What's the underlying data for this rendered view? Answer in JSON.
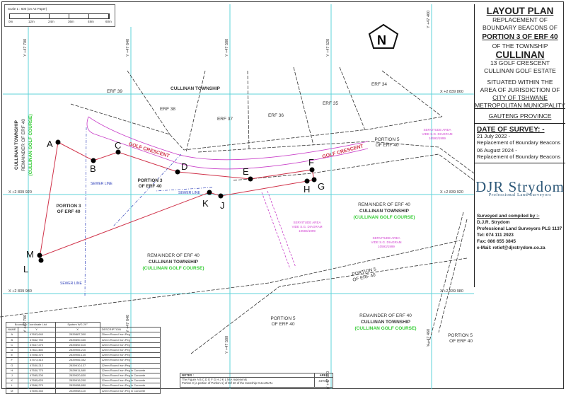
{
  "title_block": {
    "title": "LAYOUT PLAN",
    "line1": "REPLACEMENT OF",
    "line2": "BOUNDARY BEACONS OF",
    "property": "PORTION 3 OF ERF 40",
    "line3": "OF THE TOWNSHIP",
    "township": "CULLINAN",
    "address1": "13 GOLF CRESCENT",
    "address2": "CULLINAN GOLF ESTATE",
    "line4": "SITUATED WITHIN THE",
    "line5": "AREA OF JURISDICTION OF",
    "city": "CITY OF TSHWANE",
    "municipality": "METROPOLITAN MUNICIPALITY",
    "province": "GAUTENG PROVINCE",
    "date_heading": "DATE OF SURVEY: -",
    "survey_dates": [
      {
        "date": "21 July 2022 -",
        "desc": "Replacement of Boundary Beacons"
      },
      {
        "date": "06 August 2024 -",
        "desc": "Replacement of Boundary Beacons"
      }
    ],
    "logo_name": "DJR Strydom",
    "logo_sub": "Professional Land Surveyors",
    "compiled_heading": "Surveyed and compiled by :-",
    "compiled_name": "D.J.R. Strydom",
    "compiled_firm": "Professional Land Surveyors PLS 1137",
    "tel": "Tel: 074 111 2923",
    "fax": "Fax: 086 655 3845",
    "email": "e-Mail: retief@djrstrydom.co.za"
  },
  "scale_bar": {
    "title": "Scale 1 : 600 (on A2 Paper)",
    "ticks": [
      "0m",
      "12m",
      "24m",
      "36m",
      "48m",
      "60m"
    ]
  },
  "grid": {
    "y_lines": [
      "Y +47 700",
      "Y +47 640",
      "Y +47 580",
      "Y +47 520",
      "Y +47 460"
    ],
    "x_lines": [
      "X +2 839 860",
      "X +2 839 920",
      "X +2 839 980"
    ]
  },
  "map_labels": {
    "erf39": "ERF 39",
    "erf38": "ERF 38",
    "erf37": "ERF 37",
    "erf36": "ERF 36",
    "erf35": "ERF 35",
    "erf34": "ERF 34",
    "cullinan_township": "CULLINAN TOWNSHIP",
    "golf_crescent": "GOLF CRESCENT",
    "portion3": "PORTION 3",
    "of_erf40": "OF ERF 40",
    "portion5": "PORTION 5",
    "remainder": "REMAINDER OF ERF 40",
    "golf_course": "(CULLINAN GOLF COURSE)",
    "sewer_line": "SEWER LINE",
    "servitude1": "SERVITUDE AREA",
    "servitude2": "VIDE S.G. DIAGRAM",
    "servitude3": "10593/1999"
  },
  "beacons": [
    "A",
    "B",
    "C",
    "D",
    "E",
    "F",
    "G",
    "H",
    "J",
    "K",
    "L",
    "M"
  ],
  "coord_table": {
    "title": "Boundary Coordinate List",
    "system": "System WG 29°",
    "headers": [
      "NAME",
      "Y",
      "X",
      "DESCRIPTION"
    ],
    "rows": [
      [
        "A",
        "47653,640",
        "2839887,300",
        "20mm Round Iron Peg"
      ],
      [
        "B",
        "47662,750",
        "2839890,430",
        "12mm Round Iron Peg"
      ],
      [
        "C",
        "47647,270",
        "2839892,610",
        "12mm Round Iron Peg"
      ],
      [
        "D",
        "47611,460",
        "2839905,210",
        "12mm Round Iron Peg"
      ],
      [
        "E",
        "47598,370",
        "2839906,120",
        "12mm Round Iron Peg"
      ],
      [
        "F",
        "47573,410",
        "2839906,352",
        "12mm Round Iron Peg"
      ],
      [
        "G",
        "47530,212",
        "2839910,137",
        "12mm Round Iron Peg"
      ],
      [
        "H",
        "47530,770",
        "2839911,880",
        "12mm Round Iron Peg in Concrete"
      ],
      [
        "J",
        "47585,200",
        "2839920,830",
        "12mm Round Iron Peg in Concrete"
      ],
      [
        "K",
        "47555,620",
        "2839919,200",
        "12mm Round Iron Peg in Concrete"
      ],
      [
        "L",
        "47686,270",
        "2839958,850",
        "12mm Round Iron Peg in Concrete"
      ],
      [
        "M",
        "47695,340",
        "2839958,110",
        "12mm Round Iron Peg in Concrete"
      ]
    ]
  },
  "notes": {
    "heading": "NOTES :",
    "line1": "The Figure A B C D E F G H J K L M A represents",
    "line2": "Portion 3 (a portion of Portion 1) of Erf 40 of the township CULLINAN.",
    "area_heading": "AREA",
    "area_value": "4470m²"
  },
  "colors": {
    "grid": "#5fd3d8",
    "boundary": "#d0334a",
    "road": "#c83ec8",
    "sewer": "#3344bb",
    "golf": "#33cc33",
    "servitude": "#d040d0"
  }
}
